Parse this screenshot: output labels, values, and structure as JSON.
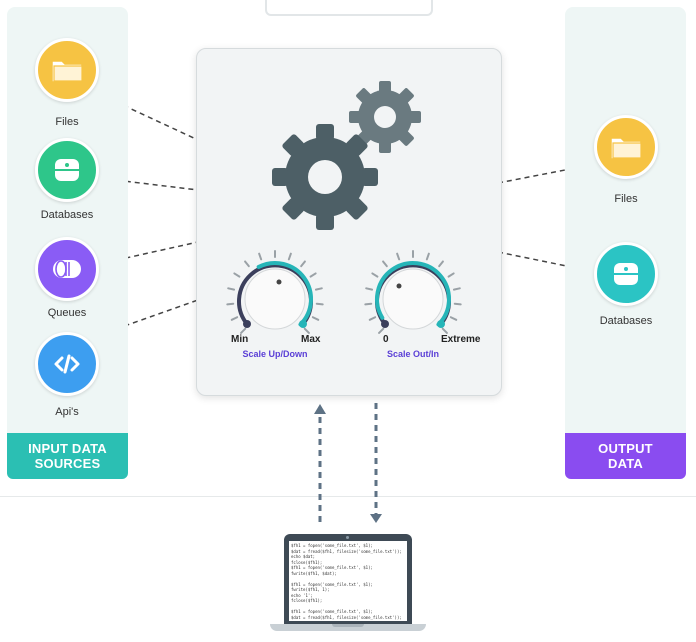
{
  "input_panel": {
    "title": "INPUT DATA\nSOURCES",
    "color": "#2bbfb3",
    "items": [
      {
        "label": "Files",
        "icon": "folder-icon",
        "color": "#f6c343"
      },
      {
        "label": "Databases",
        "icon": "database-icon",
        "color": "#2ec68a"
      },
      {
        "label": "Queues",
        "icon": "queue-icon",
        "color": "#8a5cf5"
      },
      {
        "label": "Api's",
        "icon": "code-icon",
        "color": "#3d9ef0"
      }
    ]
  },
  "output_panel": {
    "title": "OUTPUT\nDATA",
    "color": "#8a4cf0",
    "items": [
      {
        "label": "Files",
        "icon": "folder-icon",
        "color": "#f6c343"
      },
      {
        "label": "Databases",
        "icon": "database-icon",
        "color": "#2bc4c4"
      }
    ]
  },
  "engine": {
    "knob_up_down": {
      "min_label": "Min",
      "max_label": "Max",
      "caption": "Scale Up/Down",
      "level": 0.6
    },
    "knob_out_in": {
      "min_label": "0",
      "max_label": "Extreme",
      "caption": "Scale Out/In",
      "level": 0.95
    }
  },
  "laptop": {
    "code_lines": [
      "$fh1 = fopen('some_file.txt', $1);",
      "$dat = fread($fh1, filesize('some_file.txt'));",
      "echo $dat;",
      "fclose($fh1);",
      "$fh1 = fopen('some_file.txt', $1);",
      "fwrite($fh1, $dat);",
      "",
      "$fh1 = fopen('some_file.txt', $1);",
      "fwrite($fh1, 1);",
      "echo '1';",
      "fclose($fh1);",
      "",
      "$fh1 = fopen('some_file.txt', $1);",
      "$dat = fread($fh1, filesize('some_file.txt'));"
    ]
  }
}
